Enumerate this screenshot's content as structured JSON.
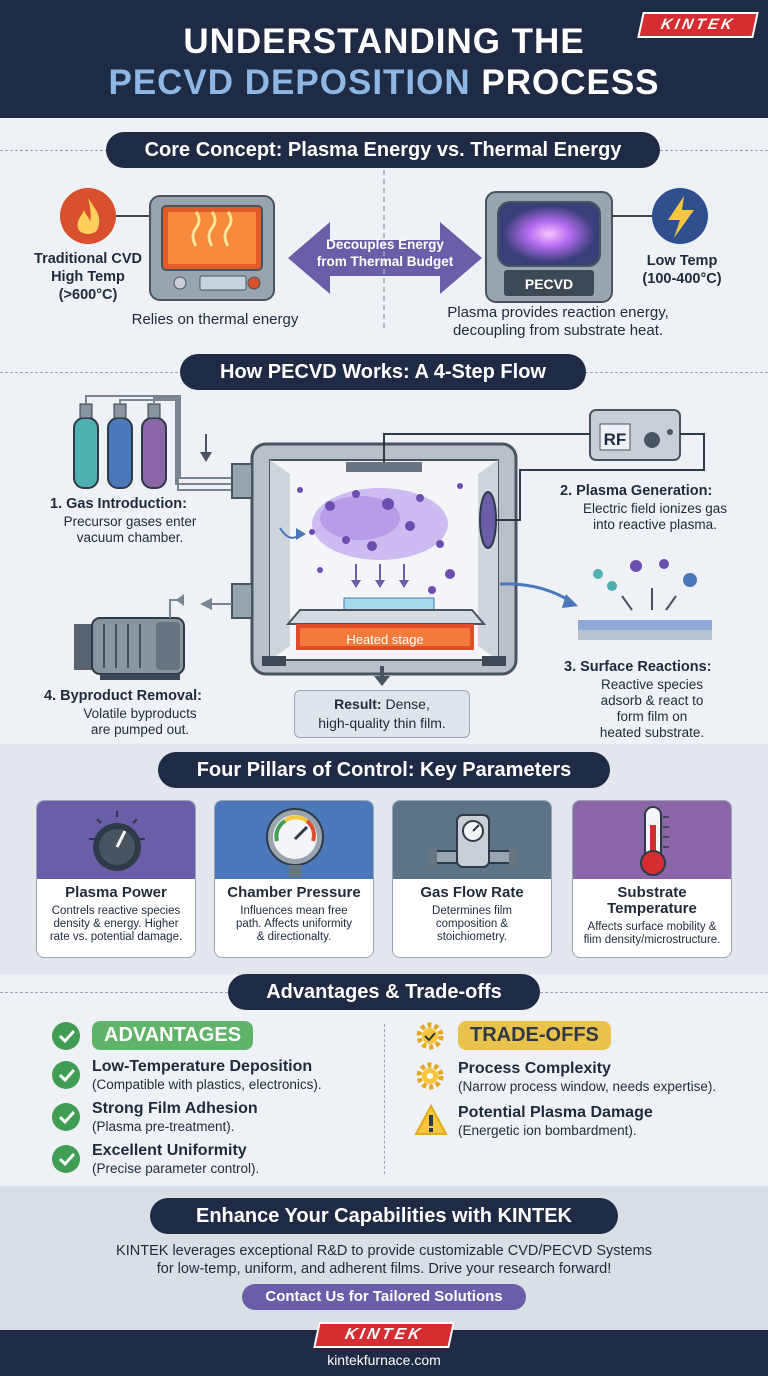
{
  "header": {
    "title_line1": "UNDERSTANDING THE",
    "title_line2_highlight": "PECVD DEPOSITION",
    "title_line2_rest": "PROCESS",
    "brand": "KINTEK"
  },
  "core": {
    "heading": "Core Concept: Plasma Energy vs. Thermal Energy",
    "left_label_lines": [
      "Traditional CVD",
      "High Temp",
      "(>600°C)"
    ],
    "left_caption": "Relies on thermal energy",
    "arrow_label_lines": [
      "Decouples Energy",
      "from Thermal Budget"
    ],
    "device_label": "PECVD",
    "right_label_lines": [
      "Low Temp",
      "(100-400°C)"
    ],
    "right_caption_lines": [
      "Plasma provides reaction energy,",
      "decoupling from substrate heat."
    ]
  },
  "flow": {
    "heading": "How PECVD Works: A 4-Step Flow",
    "step1_title": "1. Gas Introduction:",
    "step1_desc_lines": [
      "Precursor gases enter",
      "vacuum chamber."
    ],
    "step2_title": "2. Plasma Generation:",
    "step2_desc_lines": [
      "Electric field ionizes gas",
      "into reactive plasma."
    ],
    "step3_title": "3. Surface Reactions:",
    "step3_desc_lines": [
      "Reactive species",
      "adsorb & react to",
      "form film on",
      "heated substrate."
    ],
    "step4_title": "4. Byproduct Removal:",
    "step4_desc_lines": [
      "Volatile byproducts",
      "are pumped out."
    ],
    "rf_label": "RF",
    "stage_label": "Heated stage",
    "result_bold": "Result:",
    "result_rest": " Dense,",
    "result_line2": "high-quality thin film."
  },
  "pillars": {
    "heading": "Four Pillars of Control: Key Parameters",
    "items": [
      {
        "title": "Plasma Power",
        "desc": [
          "Contrels reactive species",
          "density & energy. Higher",
          "rate vs. potential damage."
        ],
        "color": "#6b5ea8"
      },
      {
        "title": "Chamber Pressure",
        "desc": [
          "Influences mean free",
          "path. Affects uniformity",
          "& directionalty."
        ],
        "color": "#4a78b8"
      },
      {
        "title": "Gas Flow Rate",
        "desc": [
          "Determines film",
          "composition &",
          "stoichiometry."
        ],
        "color": "#5c7486"
      },
      {
        "title": "Substrate Temperature",
        "desc": [
          "Affects surface mobility &",
          "flim density/microstructure."
        ],
        "color": "#8a66a8"
      }
    ]
  },
  "tradeoffs": {
    "heading": "Advantages & Trade-offs",
    "adv_tag": "ADVANTAGES",
    "adv_items": [
      {
        "title": "Low-Temperature Deposition",
        "desc": "(Compatible with plastics, electronics)."
      },
      {
        "title": "Strong Film Adhesion",
        "desc": "(Plasma pre-treatment)."
      },
      {
        "title": "Excellent Uniformity",
        "desc": "(Precise parameter control)."
      }
    ],
    "trade_tag": "TRADE-OFFS",
    "trade_items": [
      {
        "title": "Process Complexity",
        "desc": "(Narrow process window, needs expertise)."
      },
      {
        "title": "Potential Plasma Damage",
        "desc": "(Energetic ion bombardment)."
      }
    ]
  },
  "cta": {
    "heading": "Enhance Your Capabilities with KINTEK",
    "body_lines": [
      "KINTEK leverages exceptional R&D to provide customizable CVD/PECVD Systems",
      "for low-temp, uniform, and adherent films. Drive your research forward!"
    ],
    "button": "Contact Us for Tailored Solutions"
  },
  "footer": {
    "brand": "KINTEK",
    "url": "kintekfurnace.com"
  }
}
